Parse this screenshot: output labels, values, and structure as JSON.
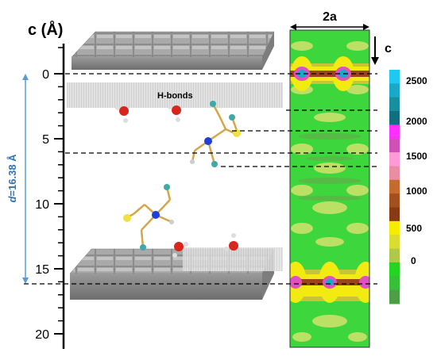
{
  "axis": {
    "label": "c (Å)",
    "ticks": [
      "0",
      "5",
      "10",
      "15",
      "20"
    ]
  },
  "spacing": {
    "label_italic": "d",
    "label_rest": "=16.38 Å"
  },
  "annotations": {
    "hbonds": "H-bonds",
    "width_label": "2a",
    "c_label": "c"
  },
  "colorbar": {
    "labels": [
      "2500",
      "2000",
      "1500",
      "1000",
      "500",
      "0"
    ],
    "colors": [
      "#1ec8f0",
      "#1aa7c8",
      "#178f9f",
      "#116f7f",
      "#ff30ff",
      "#d050b8",
      "#ff9ad8",
      "#e98da0",
      "#c46b2d",
      "#a4501e",
      "#8a3a10",
      "#f5ec00",
      "#d8dd30",
      "#b0c84a",
      "#22d520",
      "#36c038",
      "#4c9f46"
    ]
  },
  "colors": {
    "axis": "#000000",
    "dashed": "#000000",
    "spacing_arrow": "#5b9bd5",
    "map_bg": "#3dd63d"
  }
}
